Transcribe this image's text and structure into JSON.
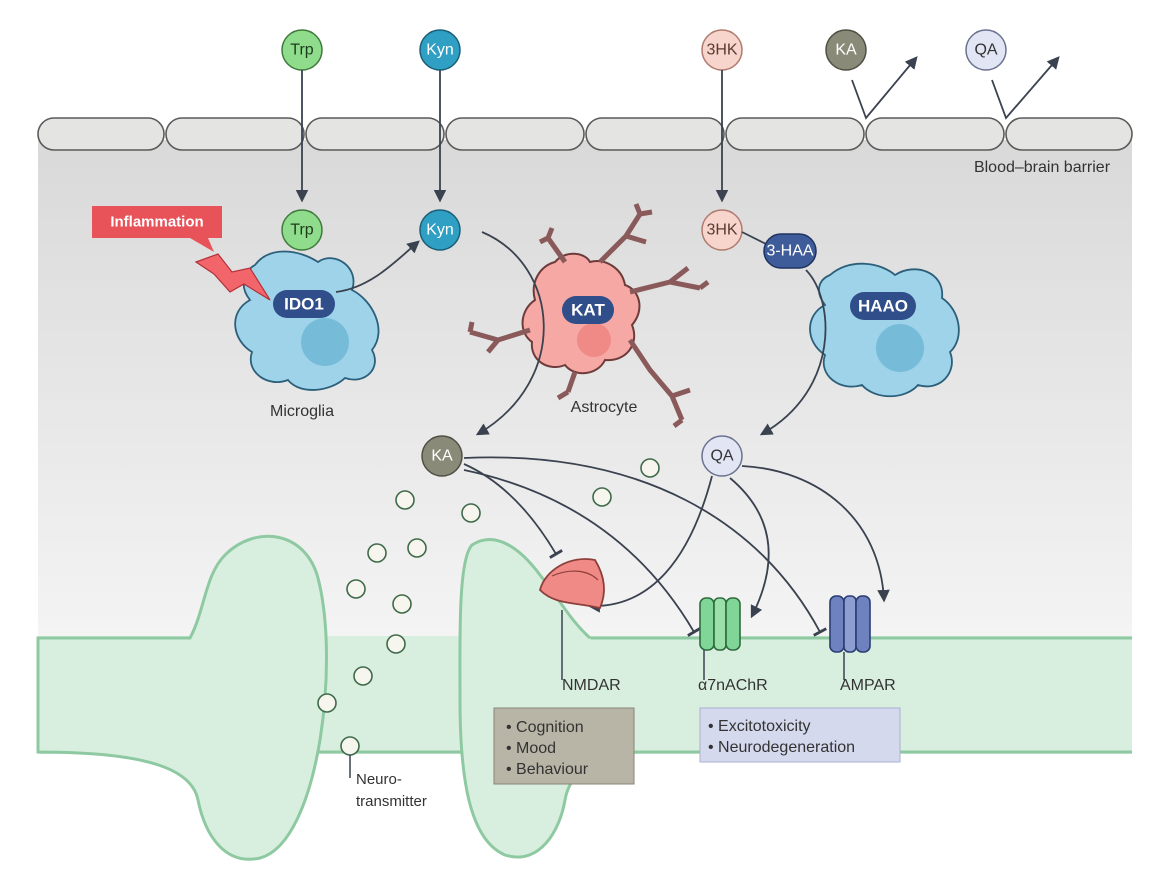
{
  "molecules": {
    "trp": "Trp",
    "kyn": "Kyn",
    "three_hk": "3HK",
    "ka": "KA",
    "qa": "QA",
    "three_haa": "3-HAA"
  },
  "enzymes": {
    "ido1": "IDO1",
    "kat": "KAT",
    "haao": "HAAO"
  },
  "labels": {
    "inflammation": "Inflammation",
    "blood_brain_barrier": "Blood–brain barrier",
    "microglia": "Microglia",
    "astrocyte": "Astrocyte",
    "nmdar": "NMDAR",
    "a7nachr": "α7nAChR",
    "ampar": "AMPAR",
    "neuro": "Neuro-",
    "transmitter": "transmitter"
  },
  "outcome_boxes": {
    "left": [
      "Cognition",
      "Mood",
      "Behaviour"
    ],
    "right": [
      "Excitotoxicity",
      "Neurodegeneration"
    ]
  },
  "colors": {
    "trp": "#8fdc8c",
    "kyn": "#2f9fc4",
    "three_hk": "#f8d5cc",
    "ka": "#8a8a78",
    "qa": "#e2e6f4",
    "enzyme": "#2f4e8a",
    "microglia": "#9ed3ea",
    "astrocyte": "#f6a8a4",
    "neuron": "#d8efdf",
    "inflammation": "#e8535a"
  }
}
